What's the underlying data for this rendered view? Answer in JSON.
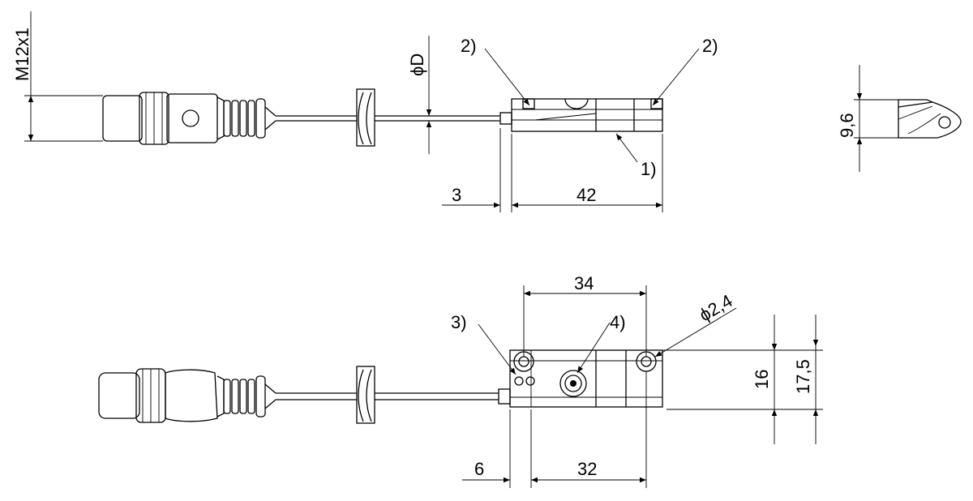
{
  "dimensions": {
    "thread": "M12x1",
    "cable_diameter": "ϕD",
    "length_offset_top": "3",
    "length_top": "42",
    "height_side": "9,6",
    "hole_spacing": "34",
    "hole_diameter": "ϕ2,4",
    "height_inner": "16",
    "height_outer": "17,5",
    "length_offset_bottom": "6",
    "length_bottom": "32"
  },
  "callouts": {
    "c1": "1)",
    "c2": "2)",
    "c3": "3)",
    "c4": "4)"
  }
}
